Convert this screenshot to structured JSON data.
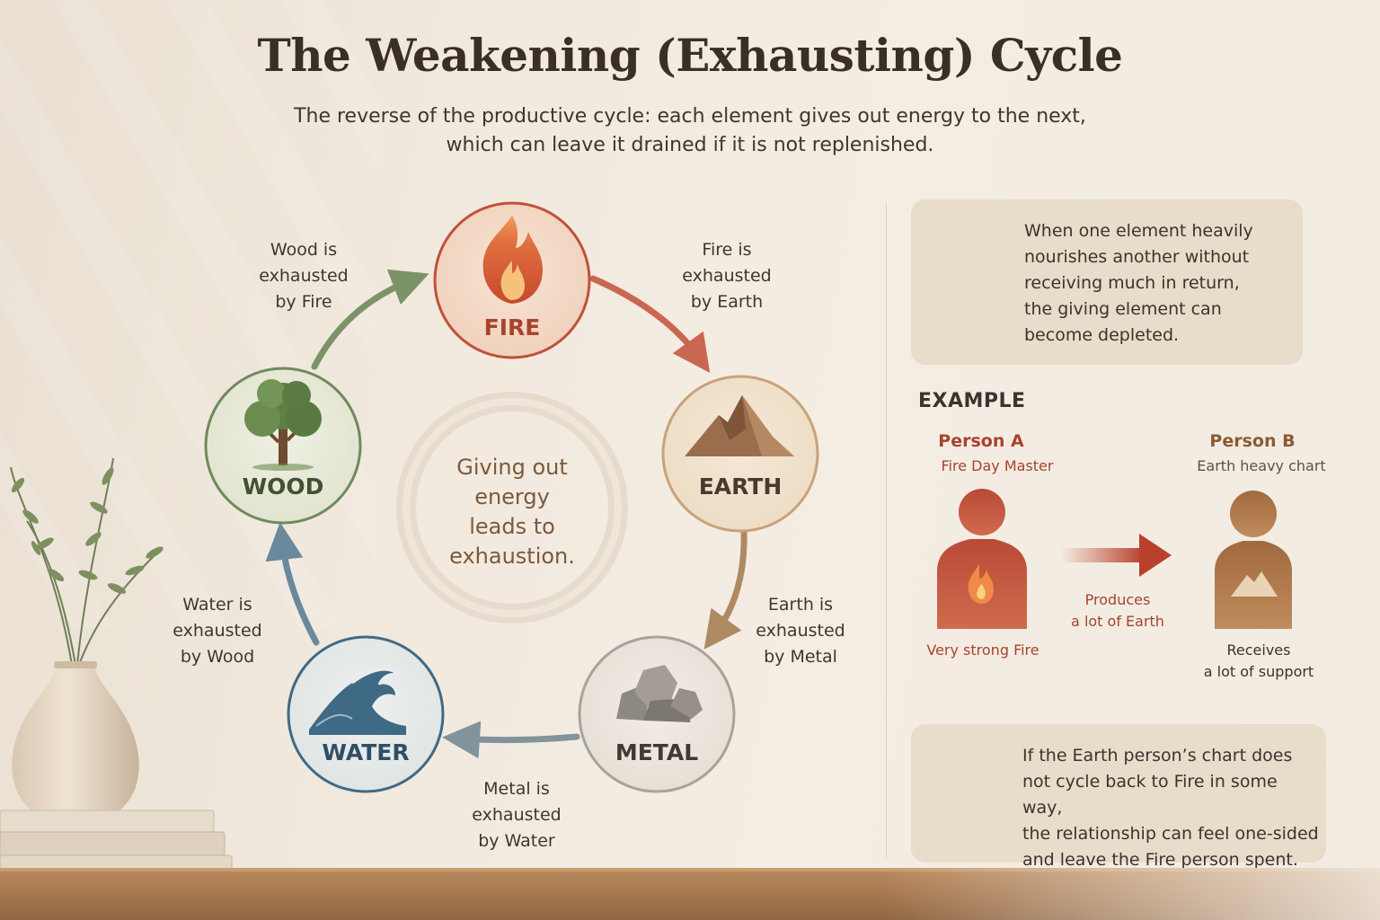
{
  "title": "The Weakening (Exhausting) Cycle",
  "subtitle": {
    "line1": "The reverse of the productive cycle: each element gives out energy to the next,",
    "line2": "which can leave it drained if it is not replenished."
  },
  "elements": {
    "fire": "FIRE",
    "earth": "EARTH",
    "metal": "METAL",
    "water": "WATER",
    "wood": "WOOD"
  },
  "arrow_labels": {
    "wood_fire": [
      "Wood is",
      "exhausted",
      "by Fire"
    ],
    "fire_earth": [
      "Fire is",
      "exhausted",
      "by Earth"
    ],
    "earth_metal": [
      "Earth is",
      "exhausted",
      "by Metal"
    ],
    "metal_water": [
      "Metal is",
      "exhausted",
      "by Water"
    ],
    "water_wood": [
      "Water is",
      "exhausted",
      "by Wood"
    ]
  },
  "center_text": [
    "Giving out",
    "energy",
    "leads to",
    "exhaustion."
  ],
  "info_card": [
    "When one element heavily",
    "nourishes another without",
    "receiving much in return,",
    "the giving element can",
    "become depleted."
  ],
  "example": {
    "heading": "EXAMPLE",
    "person_a": {
      "name": "Person A",
      "sub": "Fire Day Master",
      "caption": "Very strong Fire"
    },
    "person_b": {
      "name": "Person B",
      "sub": "Earth heavy chart",
      "caption": [
        "Receives",
        "a lot of support"
      ]
    },
    "arrow_caption": [
      "Produces",
      "a lot of Earth"
    ]
  },
  "bottom_card": [
    "If the Earth person’s chart does",
    "not cycle back to Fire in some way,",
    "the relationship can feel one-sided",
    "and leave the Fire person spent."
  ],
  "colors": {
    "fire": "#c2503a",
    "earth": "#c9a27a",
    "metal": "#a8a29b",
    "water": "#3f6a86",
    "wood": "#6f8a5b"
  }
}
